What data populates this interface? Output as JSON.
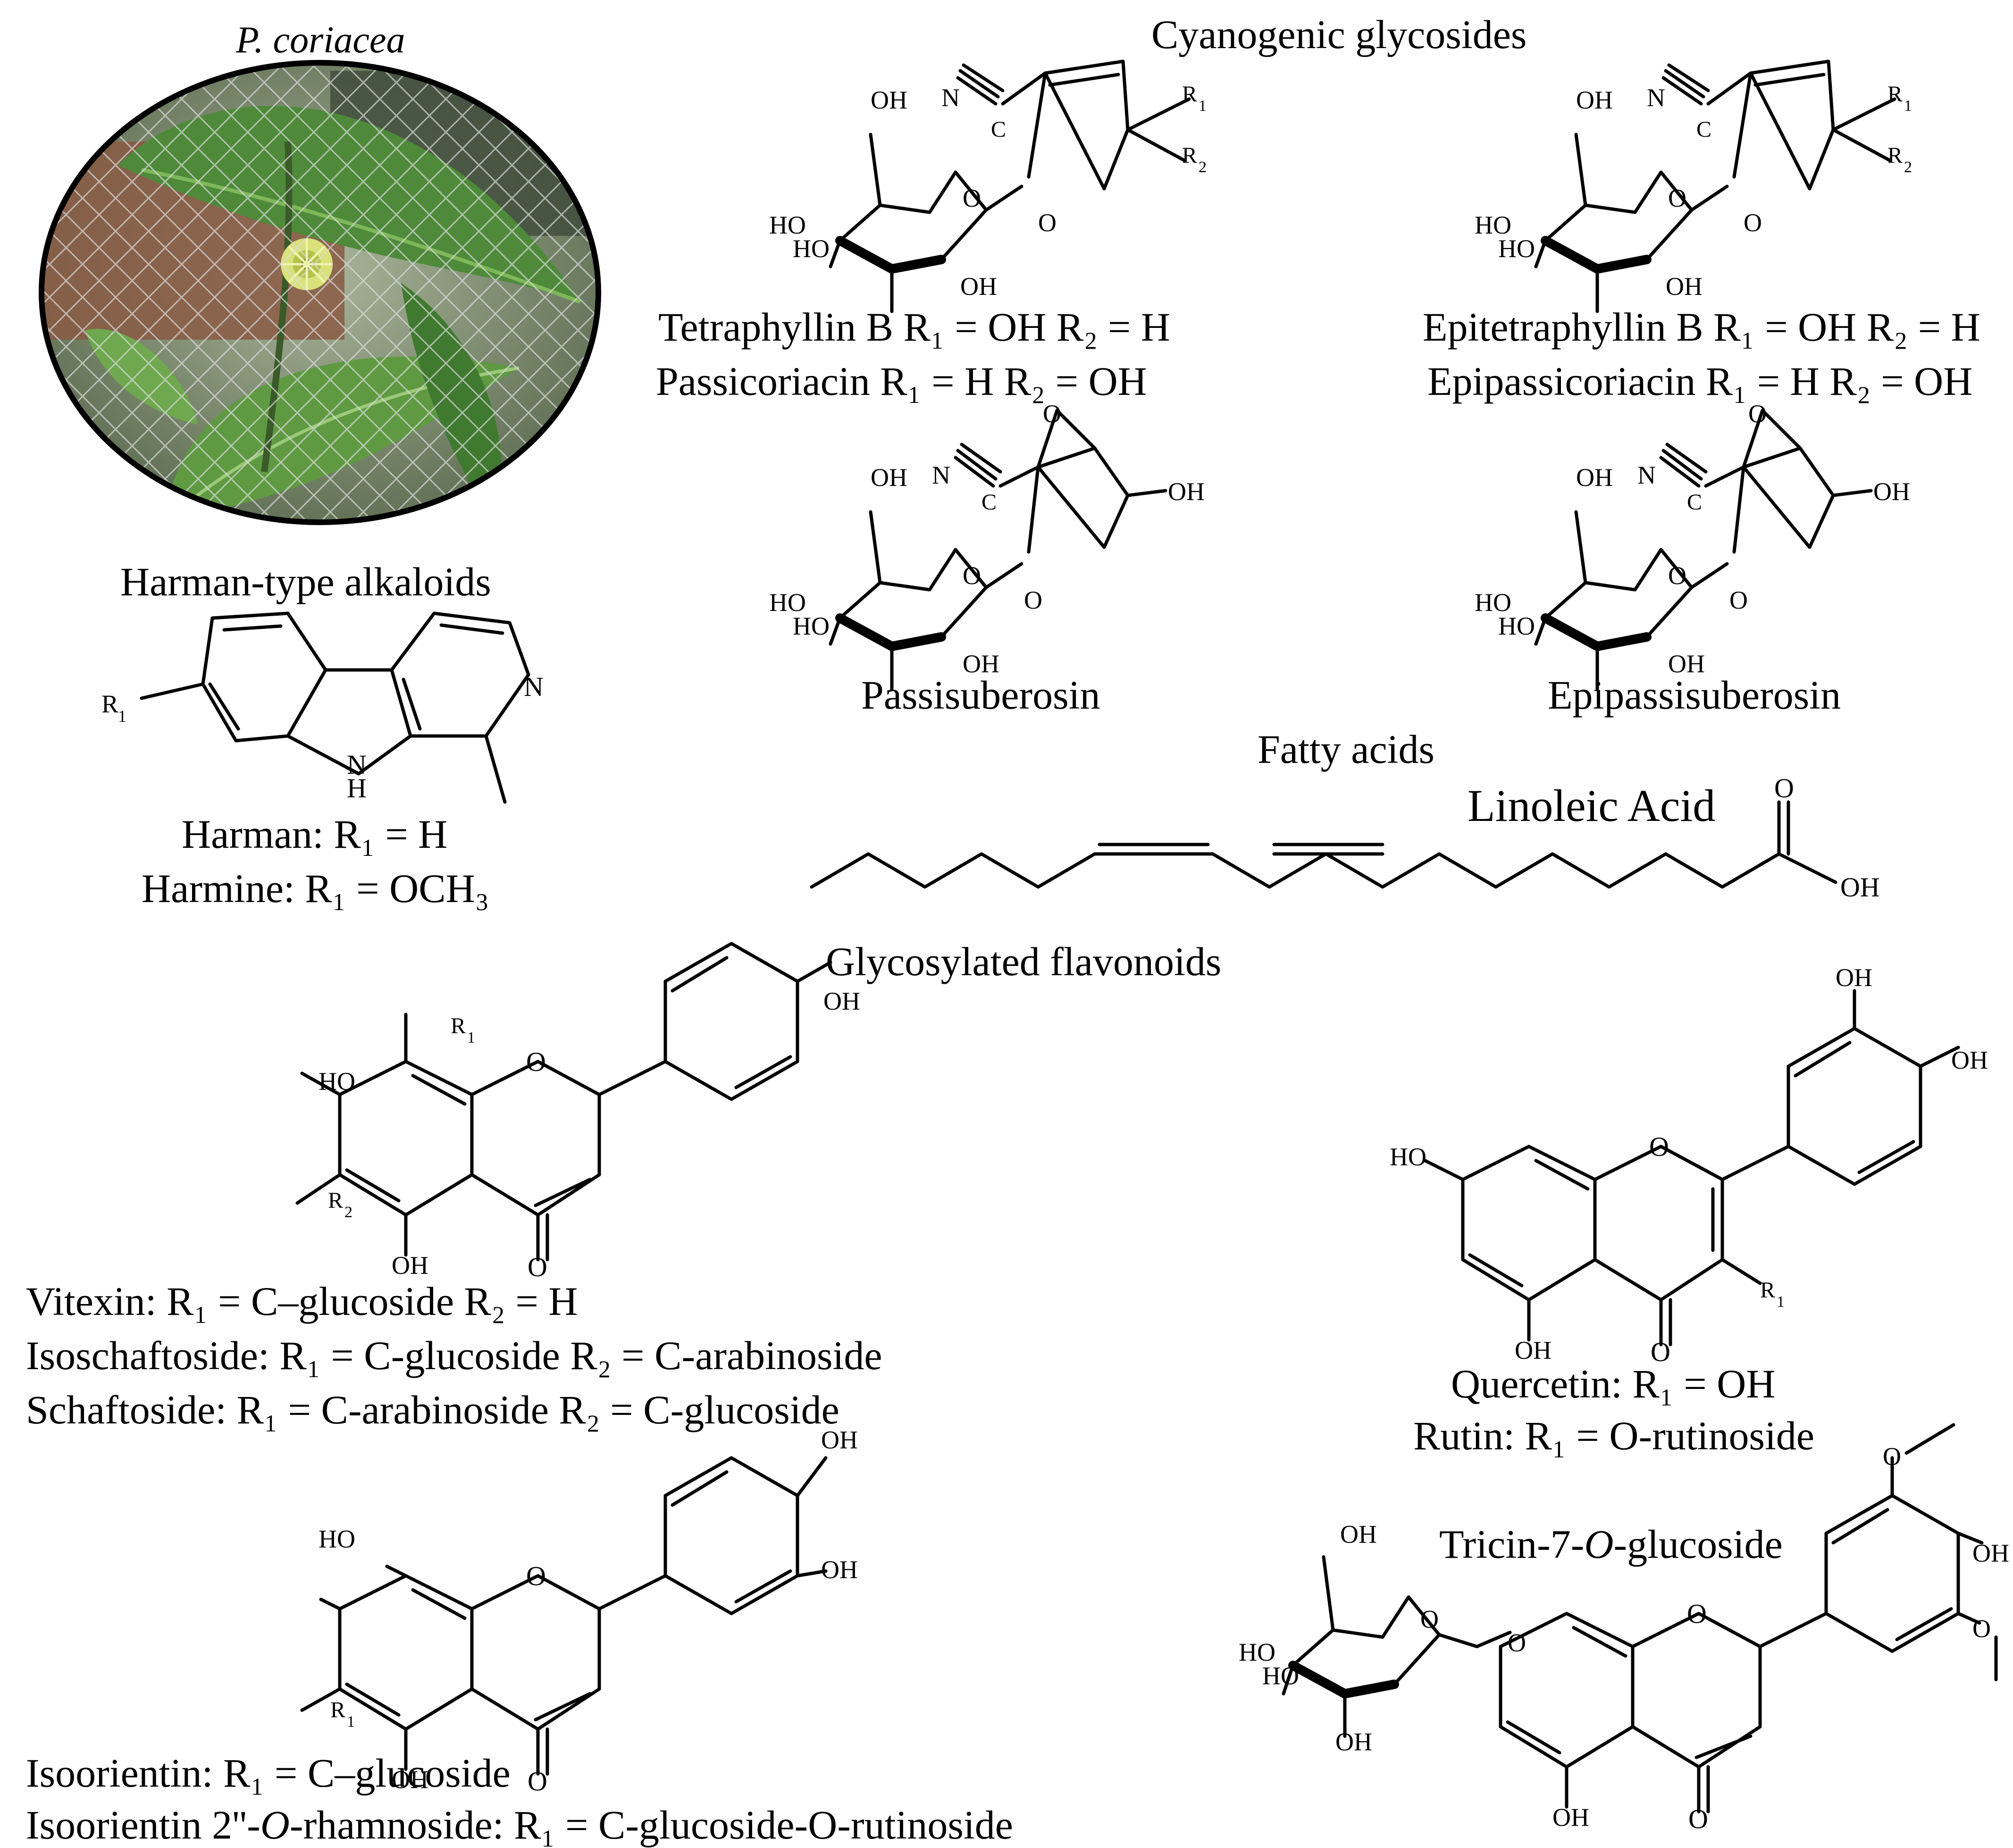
{
  "photo": {
    "caption": "P. coriacea"
  },
  "sections": {
    "cyanogenic": "Cyanogenic glycosides",
    "harman": "Harman-type alkaloids",
    "fatty": "Fatty acids",
    "flavonoids": "Glycosylated flavonoids"
  },
  "compounds": {
    "tetraphyllin_b": "Tetraphyllin B R₁ = OH R₂ = H",
    "passicoriacin": "Passicoriacin R₁ = H R₂ = OH",
    "epitetraphyllin_b": "Epitetraphyllin B R₁ = OH R₂ = H",
    "epipassicoriacin": "Epipassicoriacin R₁ = H R₂ = OH",
    "passisuberosin": "Passisuberosin",
    "epipassisuberosin": "Epipassisuberosin",
    "harman": "Harman: R₁ = H",
    "harmine": "Harmine: R₁ = OCH₃",
    "linoleic_acid": "Linoleic Acid",
    "vitexin": "Vitexin: R₁ = C–glucoside R₂ = H",
    "isoschaftoside": "Isoschaftoside: R₁ = C-glucoside R₂ = C-arabinoside",
    "schaftoside": "Schaftoside: R₁ = C-arabinoside R₂ = C-glucoside",
    "quercetin": "Quercetin:  R₁ = OH",
    "rutin": "Rutin: R₁ = O-rutinoside",
    "tricin_prefix": "Tricin-7-",
    "tricin_o": "O",
    "tricin_suffix": "-glucoside",
    "isoorientin": "Isoorientin:  R₁ = C–glucoside",
    "isoorientin_rham_a": "Isoorientin 2''-",
    "isoorientin_rham_o": "O",
    "isoorientin_rham_b": "-rhamnoside: R₁ = C-glucoside-O-rutinoside"
  },
  "atoms": {
    "oh": "OH",
    "ho": "HO",
    "o": "O",
    "n": "N",
    "c": "C",
    "h": "H",
    "r": "R",
    "sub1": "1",
    "sub2": "2"
  },
  "colors": {
    "ink": "#000000",
    "leaf": "#4e8a3a",
    "leaf_light": "#7fb85a",
    "soil": "#8a5a44",
    "flower": "#d9e27a"
  }
}
